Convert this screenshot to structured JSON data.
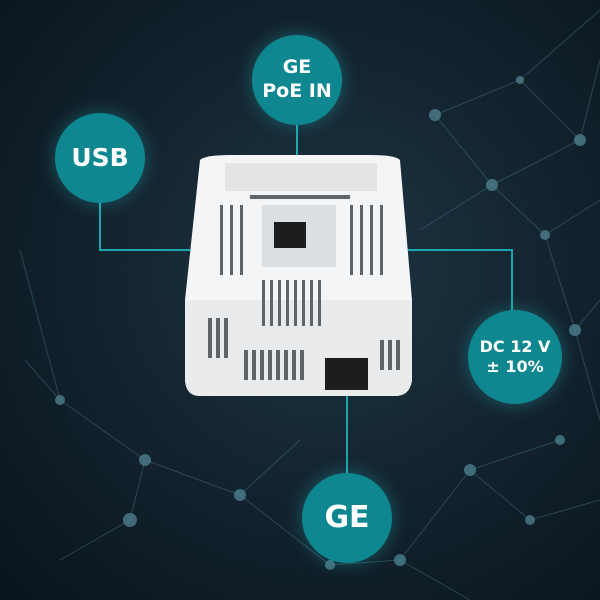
{
  "colors": {
    "accent": "#0e8791",
    "background": "#0d1a24",
    "lines": "#1aa7b0"
  },
  "labels": {
    "usb": {
      "line1": "USB"
    },
    "poe": {
      "line1": "GE",
      "line2": "PoE IN"
    },
    "dc": {
      "line1": "DC 12 V",
      "line2": "± 10%"
    },
    "ge": {
      "line1": "GE"
    }
  }
}
